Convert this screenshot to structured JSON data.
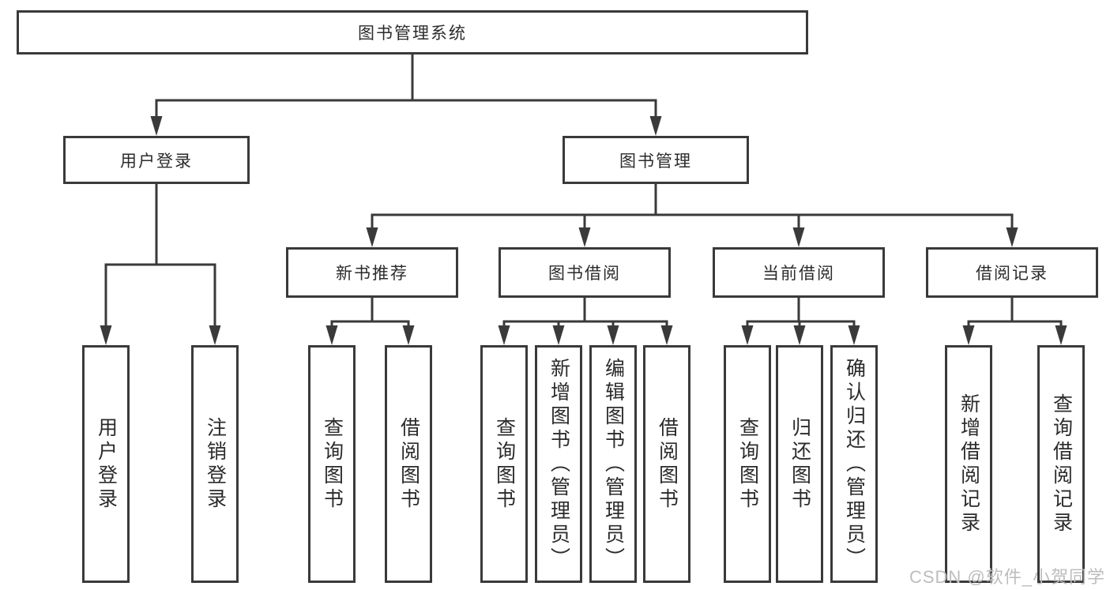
{
  "tree": {
    "root": "图书管理系统",
    "branches": [
      {
        "label": "用户登录",
        "children": [
          "用户登录",
          "注销登录"
        ]
      },
      {
        "label": "图书管理",
        "groups": [
          {
            "label": "新书推荐",
            "children": [
              "查询图书",
              "借阅图书"
            ]
          },
          {
            "label": "图书借阅",
            "children": [
              "查询图书",
              "新增图书（管理员）",
              "编辑图书（管理员）",
              "借阅图书"
            ]
          },
          {
            "label": "当前借阅",
            "children": [
              "查询图书",
              "归还图书",
              "确认归还（管理员）"
            ]
          },
          {
            "label": "借阅记录",
            "children": [
              "新增借阅记录",
              "查询借阅记录"
            ]
          }
        ]
      }
    ]
  },
  "watermark": {
    "text": "CSDN @软件_小贺同学"
  },
  "colors": {
    "line-color": "#3a3a3a",
    "text-color": "#2b2b2b",
    "watermark-color": "#bdbdbd",
    "box-bg": "#ffffff",
    "page-bg": "#ffffff"
  }
}
